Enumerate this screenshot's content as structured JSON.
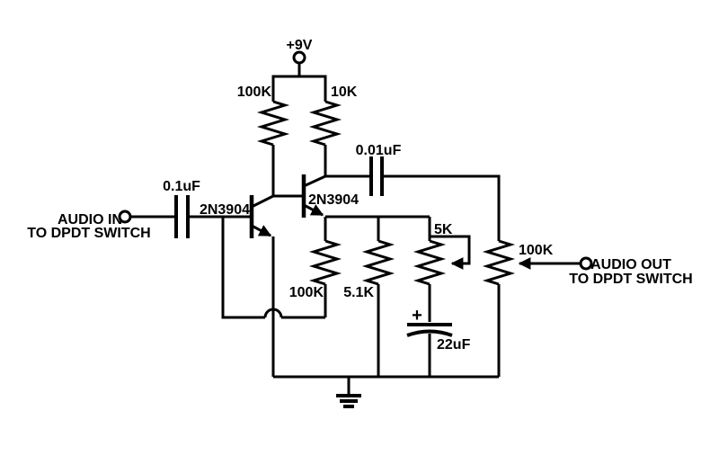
{
  "colors": {
    "ink": "#000000",
    "background": "#ffffff"
  },
  "power": {
    "label": "+9V"
  },
  "input": {
    "line1": "AUDIO IN",
    "line2": "TO DPDT SWITCH",
    "cap": "0.1uF"
  },
  "output": {
    "line1": "AUDIO OUT",
    "line2": "TO DPDT SWITCH",
    "cap": "0.01uF"
  },
  "transistors": {
    "q1": "2N3904",
    "q2": "2N3904"
  },
  "resistors": {
    "r1": "100K",
    "r2": "10K",
    "r3": "100K",
    "r4": "5.1K"
  },
  "pots": {
    "gain": "5K",
    "volume": "100K"
  },
  "caps": {
    "bypass": "22uF",
    "bypass_polarity": "+"
  }
}
